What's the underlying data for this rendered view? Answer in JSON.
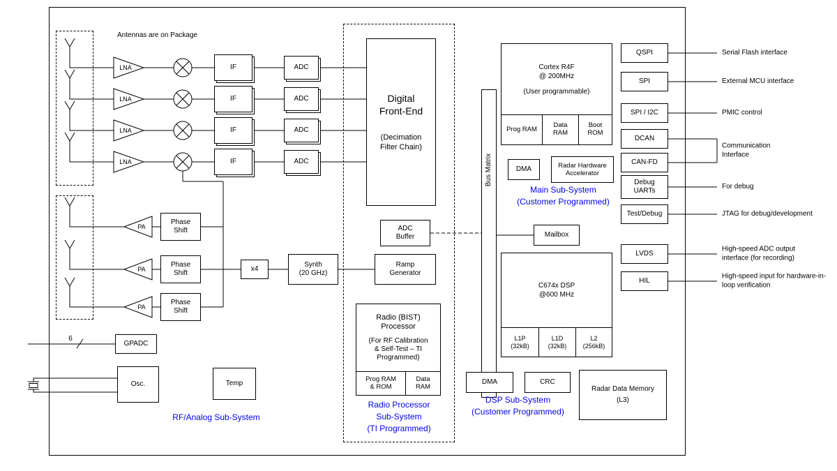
{
  "colors": {
    "accent": "#0000ee",
    "ink": "#000000"
  },
  "annotations": {
    "antennas_note": "Antennas are on Package",
    "gpadc_bus_width": "6"
  },
  "rf": {
    "lna": "LNA",
    "if": "IF",
    "adc": "ADC",
    "pa": "PA",
    "phase_shift": "Phase\nShift",
    "x4": "x4",
    "synth": "Synth\n(20 GHz)",
    "gpadc": "GPADC",
    "osc": "Osc.",
    "temp": "Temp",
    "label": "RF/Analog Sub-System"
  },
  "radio": {
    "dfe_title": "Digital\nFront-End",
    "dfe_sub": "(Decimation\nFilter Chain)",
    "adc_buffer": "ADC\nBuffer",
    "ramp_generator": "Ramp\nGenerator",
    "bist_title": "Radio (BIST)\nProcessor",
    "bist_sub": "(For RF Calibration\n& Self-Test  – TI\nProgrammed)",
    "bist_prog_ram": "Prog RAM\n& ROM",
    "bist_data_ram": "Data\nRAM",
    "label": "Radio Processor\nSub-System\n(TI Programmed)"
  },
  "bus_matrix": "Bus Matrix",
  "main_ss": {
    "cortex_title": "Cortex R4F\n@ 200MHz",
    "cortex_sub": "(User programmable)",
    "prog_ram": "Prog RAM",
    "data_ram": "Data\nRAM",
    "boot_rom": "Boot\nROM",
    "dma": "DMA",
    "accelerator": "Radar Hardware\nAccelerator",
    "mailbox": "Mailbox",
    "label": "Main Sub-System\n(Customer Programmed)"
  },
  "dsp_ss": {
    "dsp_title": "C674x DSP\n@600 MHz",
    "l1p": "L1P\n(32kB)",
    "l1d": "L1D\n(32kB)",
    "l2": "L2\n(256kB)",
    "dma": "DMA",
    "crc": "CRC",
    "radar_memory": "Radar Data Memory\n(L3)",
    "label": "DSP Sub-System\n(Customer Programmed)"
  },
  "peripherals": [
    "QSPI",
    "SPI",
    "SPI / I2C",
    "DCAN",
    "CAN-FD",
    "Debug\nUARTs",
    "Test/Debug",
    "LVDS",
    "HIL"
  ],
  "right_labels": [
    "Serial Flash interface",
    "External MCU interface",
    "PMIC control",
    "Communication\nInterface",
    "For debug",
    "JTAG for debug/development",
    "High-speed ADC output\ninterface (for recording)",
    "High-speed input for hardware-in-\nloop verification"
  ]
}
